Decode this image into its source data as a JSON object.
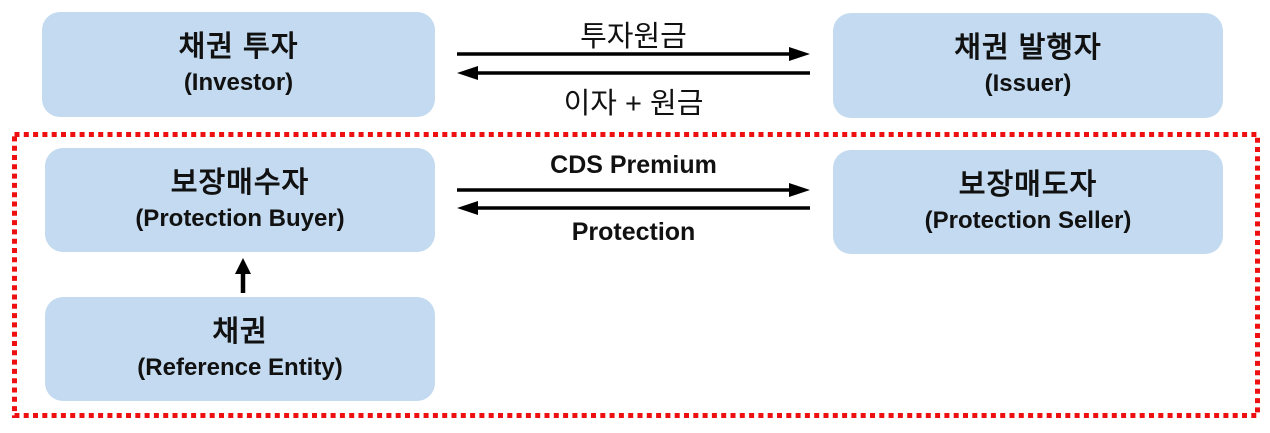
{
  "diagram": {
    "title": "CDS structure diagram",
    "nodes": {
      "investor": {
        "title": "채권 투자",
        "subtitle": "(Investor)"
      },
      "issuer": {
        "title": "채권 발행자",
        "subtitle": "(Issuer)"
      },
      "protection_buyer": {
        "title": "보장매수자",
        "subtitle": "(Protection Buyer)"
      },
      "protection_seller": {
        "title": "보장매도자",
        "subtitle": "(Protection Seller)"
      },
      "reference_entity": {
        "title": "채권",
        "subtitle": "(Reference Entity)"
      }
    },
    "flows": {
      "investment_principal": {
        "label": "투자원금",
        "from": "investor",
        "to": "issuer"
      },
      "interest_plus_principal": {
        "label": "이자 + 원금",
        "from": "issuer",
        "to": "investor"
      },
      "cds_premium": {
        "label": "CDS Premium",
        "from": "protection_buyer",
        "to": "protection_seller"
      },
      "protection": {
        "label": "Protection",
        "from": "protection_seller",
        "to": "protection_buyer"
      },
      "reference_link": {
        "label": "",
        "from": "reference_entity",
        "to": "protection_buyer"
      }
    },
    "colors": {
      "node_fill": "#c3daf0",
      "arrow": "#000000",
      "cds_group_border": "#ee1010",
      "text": "#111111",
      "background": "#ffffff"
    }
  }
}
